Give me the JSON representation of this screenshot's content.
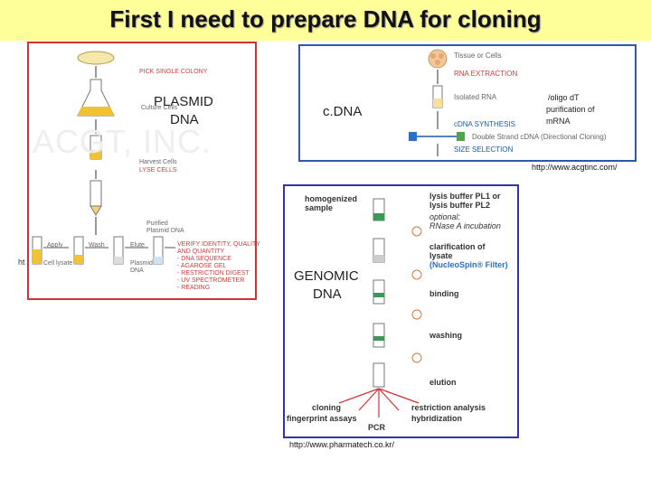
{
  "slide": {
    "title": "First I need to prepare DNA for cloning",
    "accent_color": "#ffff99"
  },
  "labels": {
    "plasmid_line1": "PLASMID",
    "plasmid_line2": "DNA",
    "cdna": "c.DNA",
    "genomic_line1": "GENOMIC",
    "genomic_line2": "DNA",
    "oligo_line1": "/oligo dT",
    "oligo_line2": "purification of",
    "oligo_line3": "mRNA",
    "left_fragment": "ht"
  },
  "urls": {
    "acgt": "http://www.acgtinc.com/",
    "pharmatech": "http://www.pharmatech.co.kr/"
  },
  "plasmid_panel": {
    "watermark": "ACGT, INC.",
    "pick_colony": "PICK SINGLE COLONY",
    "culture_cells": "Culture Cells",
    "harvest_cells": "Harvest Cells",
    "lyse_cells": "LYSE CELLS",
    "purified_line1": "Purified",
    "purified_line2": "Plasmid DNA",
    "apply": "Apply",
    "wash": "Wash",
    "elute": "Elute",
    "cell_lysate": "Cell lysate",
    "plasmid_line1": "Plasmid",
    "plasmid_line2": "DNA",
    "verify": [
      "VERIFY IDENTITY, QUALITY",
      "AND QUANTITY",
      "- DNA SEQUENCE",
      "- AGAROSE GEL",
      "- RESTRICTION DIGEST",
      "- UV SPECTROMETER",
      "- READING"
    ]
  },
  "cdna_panel": {
    "tissue": "Tissue or Cells",
    "rna_extraction": "RNA EXTRACTION",
    "isolated_rna": "Isolated RNA",
    "cdna_synthesis": "cDNA SYNTHESIS",
    "double_strand": "Double Strand cDNA (Directional Cloning)",
    "size_selection": "SIZE SELECTION"
  },
  "genomic_panel": {
    "homogenized_line1": "homogenized",
    "homogenized_line2": "sample",
    "lysis_line1": "lysis buffer PL1 or",
    "lysis_line2": "lysis buffer PL2",
    "optional_line1": "optional:",
    "optional_line2": "RNase A incubation",
    "clarification_line1": "clarification of",
    "clarification_line2": "lysate",
    "clarification_line3": "(NucleoSpin® Filter)",
    "binding": "binding",
    "washing": "washing",
    "elution": "elution",
    "cloning": "cloning",
    "restriction": "restriction analysis",
    "fingerprint": "fingerprint assays",
    "hybridization": "hybridization",
    "pcr": "PCR"
  }
}
